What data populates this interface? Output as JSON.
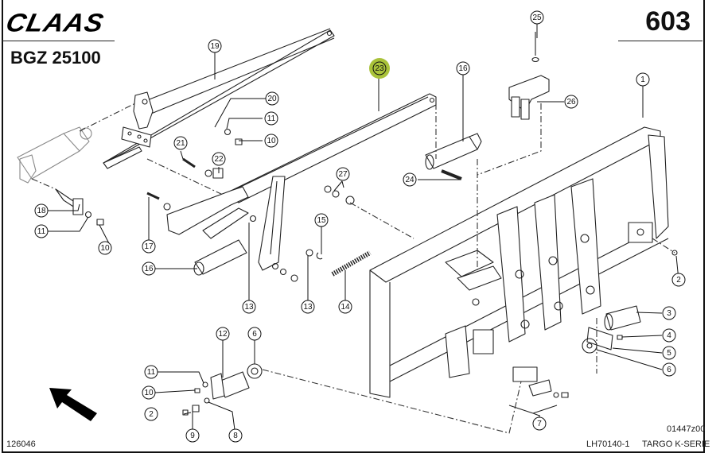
{
  "header": {
    "brand": "CLAAS",
    "model": "BGZ 25100",
    "page_number": "603"
  },
  "footer": {
    "left_code": "126046",
    "drawing_code": "01447z00",
    "doc_code": "LH70140-1",
    "series": "TARGO K-SERIE"
  },
  "highlight": {
    "part": "23",
    "color": "#a9c23a"
  },
  "callouts": [
    {
      "label": "1"
    },
    {
      "label": "2"
    },
    {
      "label": "2"
    },
    {
      "label": "3"
    },
    {
      "label": "4"
    },
    {
      "label": "5"
    },
    {
      "label": "6"
    },
    {
      "label": "6"
    },
    {
      "label": "7"
    },
    {
      "label": "8"
    },
    {
      "label": "9"
    },
    {
      "label": "10"
    },
    {
      "label": "10"
    },
    {
      "label": "10"
    },
    {
      "label": "11"
    },
    {
      "label": "11"
    },
    {
      "label": "11"
    },
    {
      "label": "12"
    },
    {
      "label": "13"
    },
    {
      "label": "13"
    },
    {
      "label": "14"
    },
    {
      "label": "15"
    },
    {
      "label": "16"
    },
    {
      "label": "16"
    },
    {
      "label": "17"
    },
    {
      "label": "18"
    },
    {
      "label": "19"
    },
    {
      "label": "20"
    },
    {
      "label": "21"
    },
    {
      "label": "22"
    },
    {
      "label": "23"
    },
    {
      "label": "24"
    },
    {
      "label": "25"
    },
    {
      "label": "26"
    },
    {
      "label": "27"
    }
  ],
  "icons": {
    "direction_arrow": "arrow-up-left"
  }
}
